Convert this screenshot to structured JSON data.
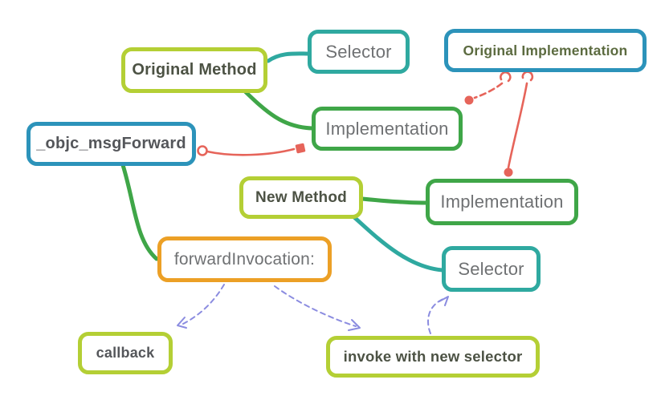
{
  "palette": {
    "lime": "#b4cf35",
    "green": "#3fa648",
    "teal": "#2fa9a0",
    "blue": "#2c93ba",
    "orange": "#eca026",
    "red": "#e6645a",
    "purple": "#8b8ce0",
    "background": "#ffffff",
    "text_dark_olive": "#4c5244",
    "text_olive": "#5c6b40",
    "text_gray": "#6f7173",
    "text_bold_gray": "#54565a"
  },
  "nodes": {
    "original_method": {
      "label": "Original Method"
    },
    "selector_top": {
      "label": "Selector"
    },
    "original_implementation": {
      "label": "Original Implementation"
    },
    "implementation_center": {
      "label": "Implementation"
    },
    "objc_msgforward": {
      "label": "_objc_msgForward"
    },
    "new_method": {
      "label": "New Method"
    },
    "implementation_right": {
      "label": "Implementation"
    },
    "forward_invocation": {
      "label": "forwardInvocation:"
    },
    "selector_right": {
      "label": "Selector"
    },
    "callback": {
      "label": "callback"
    },
    "invoke_with_new_selector": {
      "label": "invoke with new selector"
    }
  },
  "edges": [
    {
      "from": "original_method",
      "to": "selector_top",
      "color": "teal",
      "style": "solid"
    },
    {
      "from": "original_method",
      "to": "implementation_center",
      "color": "green",
      "style": "solid"
    },
    {
      "from": "new_method",
      "to": "implementation_right",
      "color": "green",
      "style": "solid"
    },
    {
      "from": "new_method",
      "to": "selector_right",
      "color": "teal",
      "style": "solid"
    },
    {
      "from": "objc_msgforward",
      "to": "forward_invocation",
      "color": "green",
      "style": "solid"
    },
    {
      "from": "objc_msgforward",
      "to": "implementation_center",
      "color": "red",
      "style": "solid",
      "markers": "open-circle to square-arrow"
    },
    {
      "from": "original_implementation",
      "to": "implementation_center",
      "color": "red",
      "style": "dashed",
      "markers": "hook to dot"
    },
    {
      "from": "original_implementation",
      "to": "implementation_right",
      "color": "red",
      "style": "solid",
      "markers": "hook to dot"
    },
    {
      "from": "forward_invocation",
      "to": "callback",
      "color": "purple",
      "style": "dashed-arrow"
    },
    {
      "from": "forward_invocation",
      "to": "invoke_with_new_selector",
      "color": "purple",
      "style": "dashed-arrow"
    },
    {
      "from": "invoke_with_new_selector",
      "to": "selector_right",
      "color": "purple",
      "style": "dashed-arrow"
    }
  ]
}
